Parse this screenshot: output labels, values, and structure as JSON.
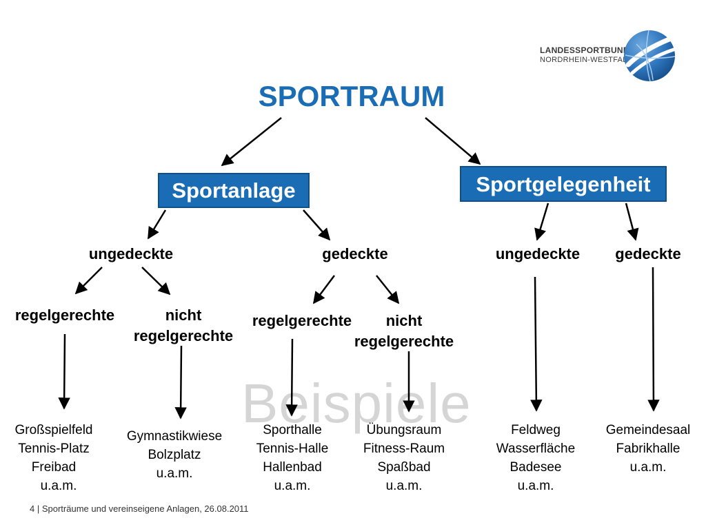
{
  "logo": {
    "line1": "LANDESSPORTBUND",
    "line2": "NORDRHEIN-WESTFALEN",
    "icon": "globe-logo-icon"
  },
  "title": "SPORTRAUM",
  "boxes": {
    "anlage": "Sportanlage",
    "gelegenheit": "Sportgelegenheit"
  },
  "level2": {
    "anlage_ungedeckte": "ungedeckte",
    "anlage_gedeckte": "gedeckte",
    "gelegenheit_ungedeckte": "ungedeckte",
    "gelegenheit_gedeckte": "gedeckte"
  },
  "level3": {
    "u_regel": "regelgerechte",
    "u_nicht_1": "nicht",
    "u_nicht_2": "regelgerechte",
    "g_regel": "regelgerechte",
    "g_nicht_1": "nicht",
    "g_nicht_2": "regelgerechte"
  },
  "watermark": "Beispiele",
  "examples": {
    "col1": [
      "Großspielfeld",
      "Tennis-Platz",
      "Freibad",
      "u.a.m."
    ],
    "col2": [
      "Gymnastikwiese",
      "Bolzplatz",
      "u.a.m."
    ],
    "col3": [
      "Sporthalle",
      "Tennis-Halle",
      "Hallenbad",
      "u.a.m."
    ],
    "col4": [
      "Übungsraum",
      "Fitness-Raum",
      "Spaßbad",
      "u.a.m."
    ],
    "col5": [
      "Feldweg",
      "Wasserfläche",
      "Badesee",
      "u.a.m."
    ],
    "col6": [
      "Gemeindesaal",
      "Fabrikhalle",
      "u.a.m."
    ]
  },
  "footer": "4 | Sporträume und vereinseigene Anlagen,  26.08.2011"
}
